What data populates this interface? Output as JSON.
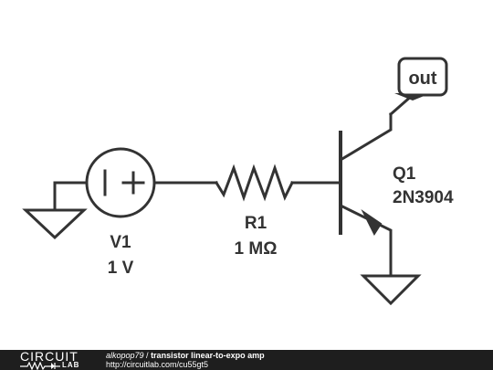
{
  "schematic": {
    "source": {
      "name": "V1",
      "value": "1 V",
      "symbol": "| +"
    },
    "resistor": {
      "name": "R1",
      "value": "1 MΩ"
    },
    "transistor": {
      "name": "Q1",
      "model": "2N3904"
    },
    "output_label": "out"
  },
  "footer": {
    "logo_top": "CIRCUIT",
    "logo_bottom": "LAB",
    "author": "alkopop79",
    "separator": " / ",
    "title": "transistor linear-to-expo amp",
    "url": "http://circuitlab.com/cu55gt5"
  },
  "colors": {
    "ink": "#333333",
    "footer_bg": "#1e1e1e",
    "footer_text": "#ffffff",
    "background": "#ffffff"
  }
}
